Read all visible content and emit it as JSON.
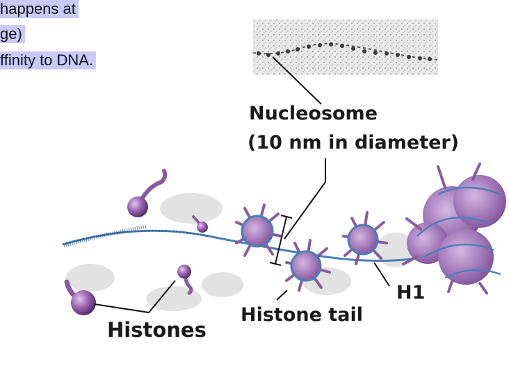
{
  "text_fragments": {
    "line1": "happens at",
    "line2": "ge)",
    "line3": "ffinity to DNA."
  },
  "labels": {
    "nucleosome_line1": "Nucleosome",
    "nucleosome_line2": "(10 nm in diameter)",
    "histone_tail": "Histone tail",
    "histones": "Histones",
    "h1": "H1"
  },
  "colors": {
    "highlight": "#c9c9fb",
    "dna": "#4a7fb5",
    "histone": "#8a5a9e"
  }
}
